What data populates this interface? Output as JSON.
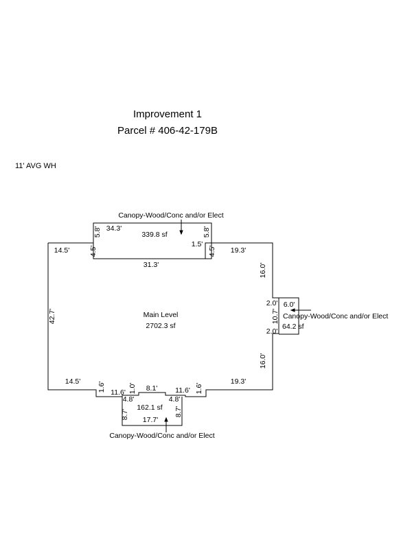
{
  "header": {
    "title": "Improvement 1",
    "parcel": "Parcel # 406-42-179B"
  },
  "wall_height_note": "11' AVG WH",
  "areas": {
    "main": {
      "name": "Main Level",
      "area": "2702.3 sf"
    },
    "canopy_top": {
      "name": "Canopy-Wood/Conc and/or Elect",
      "area": "339.8 sf"
    },
    "canopy_right": {
      "name": "Canopy-Wood/Conc and/or Elect",
      "area": "64.2 sf"
    },
    "canopy_bottom": {
      "name": "Canopy-Wood/Conc and/or Elect",
      "area": "162.1 sf"
    }
  },
  "dimensions": {
    "main_top_left": "14.5'",
    "main_notch_left": "4.5'",
    "notch_bottom": "31.3'",
    "main_notch_right": "4.5'",
    "main_top_right": "19.3'",
    "main_left": "42.7'",
    "main_right_upper": "16.0'",
    "main_right_lower": "16.0'",
    "main_bottom_left": "14.5'",
    "main_bottom_right": "19.3'",
    "bottom_step_left": "1.6'",
    "bottom_step_right": "1.6'",
    "bottom_left_run": "11.6'",
    "bottom_right_run": "11.6'",
    "bottom_center_step": "1.0'",
    "bottom_center": "8.1'",
    "canopy_top_width": "34.3'",
    "canopy_top_left": "5.8'",
    "canopy_top_right": "5.8'",
    "canopy_top_jog": "1.5'",
    "canopy_right_width": "6.0'",
    "canopy_right_top": "2.0'",
    "canopy_right_height": "10.7'",
    "canopy_right_bottom": "2.0'",
    "canopy_bottom_left_jog": "4.8'",
    "canopy_bottom_right_jog": "4.8'",
    "canopy_bottom_left": "8.7'",
    "canopy_bottom_right": "8.7'",
    "canopy_bottom_width": "17.7'"
  }
}
